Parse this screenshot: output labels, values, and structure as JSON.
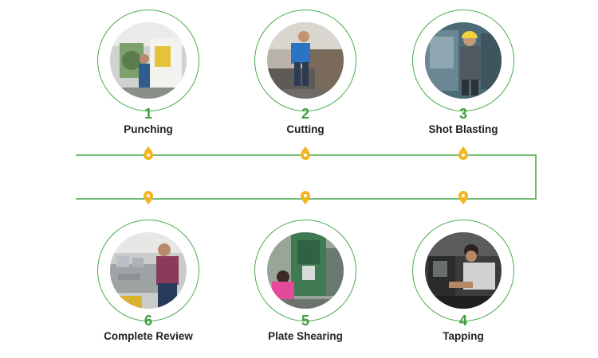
{
  "accent_color": "#49a84a",
  "marker_color": "#f3b420",
  "steps": [
    {
      "number": "1",
      "label": "Punching",
      "image": "factory-punching-photo"
    },
    {
      "number": "2",
      "label": "Cutting",
      "image": "factory-cutting-photo"
    },
    {
      "number": "3",
      "label": "Shot Blasting",
      "image": "factory-shot-blasting-photo"
    },
    {
      "number": "4",
      "label": "Tapping",
      "image": "factory-tapping-photo"
    },
    {
      "number": "5",
      "label": "Plate Shearing",
      "image": "factory-plate-shearing-photo"
    },
    {
      "number": "6",
      "label": "Complete Review",
      "image": "factory-complete-review-photo"
    }
  ]
}
